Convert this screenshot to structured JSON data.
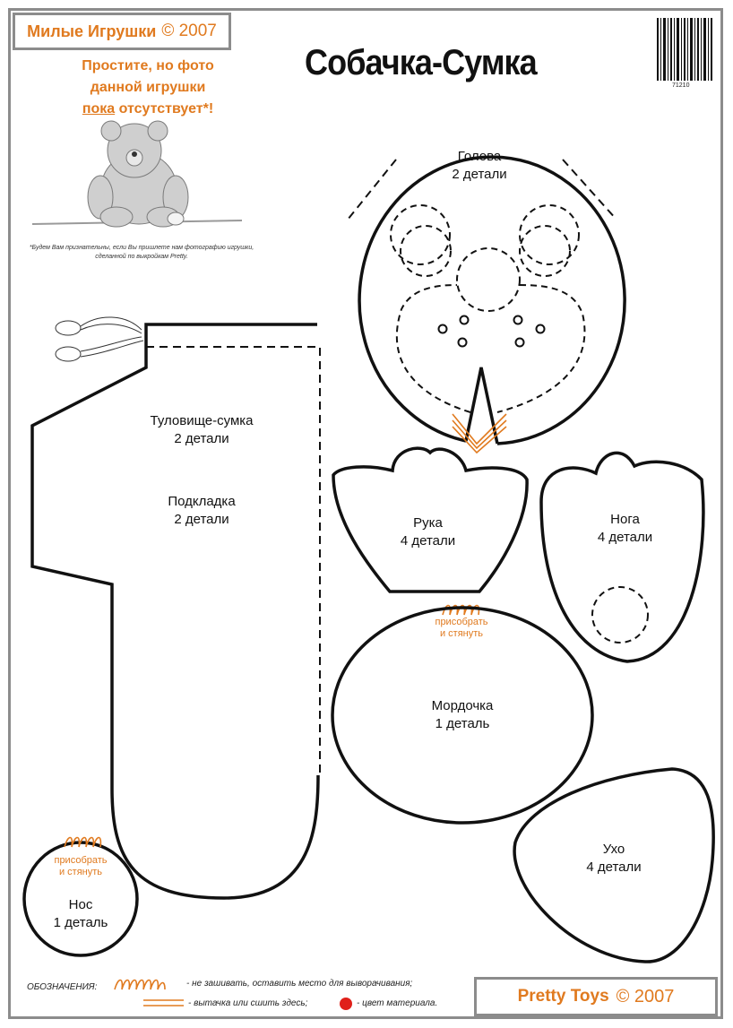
{
  "header": {
    "brand_name": "Милые Игрушки",
    "brand_year": "© 2007",
    "title": "Собачка-Сумка",
    "barcode_number": "71210"
  },
  "notice": {
    "line1": "Простите, но фото",
    "line2": "данной игрушки",
    "line3_underlined": "пока",
    "line3_rest": " отсутствует*!",
    "footnote_line1": "*Будем Вам признательны, если Вы пришлете нам фотографию игрушки,",
    "footnote_line2": "сделанной по выкройкам Pretty."
  },
  "pieces": {
    "head": {
      "name": "Голова",
      "count": "2 детали"
    },
    "body": {
      "name": "Туловище-сумка",
      "count": "2 детали"
    },
    "lining": {
      "name": "Подкладка",
      "count": "2 детали"
    },
    "arm": {
      "name": "Рука",
      "count": "4 детали"
    },
    "leg": {
      "name": "Нога",
      "count": "4 детали"
    },
    "muzzle": {
      "name": "Мордочка",
      "count": "1 деталь"
    },
    "ear": {
      "name": "Ухо",
      "count": "4 детали"
    },
    "nose": {
      "name": "Нос",
      "count": "1 деталь"
    }
  },
  "gather_note": {
    "line1": "присобрать",
    "line2": "и стянуть"
  },
  "legend": {
    "title": "ОБОЗНАЧЕНИЯ:",
    "item1": "- не зашивать, оставить место  для выворачивания;",
    "item2": "- вытачка или сшить здесь;",
    "item3": "- цвет материала."
  },
  "footer": {
    "brand_name": "Pretty Toys",
    "brand_year": "© 2007"
  },
  "colors": {
    "accent": "#e07a1f",
    "frame": "#8c8c8c",
    "line": "#111111",
    "material_dot": "#e0201a"
  }
}
